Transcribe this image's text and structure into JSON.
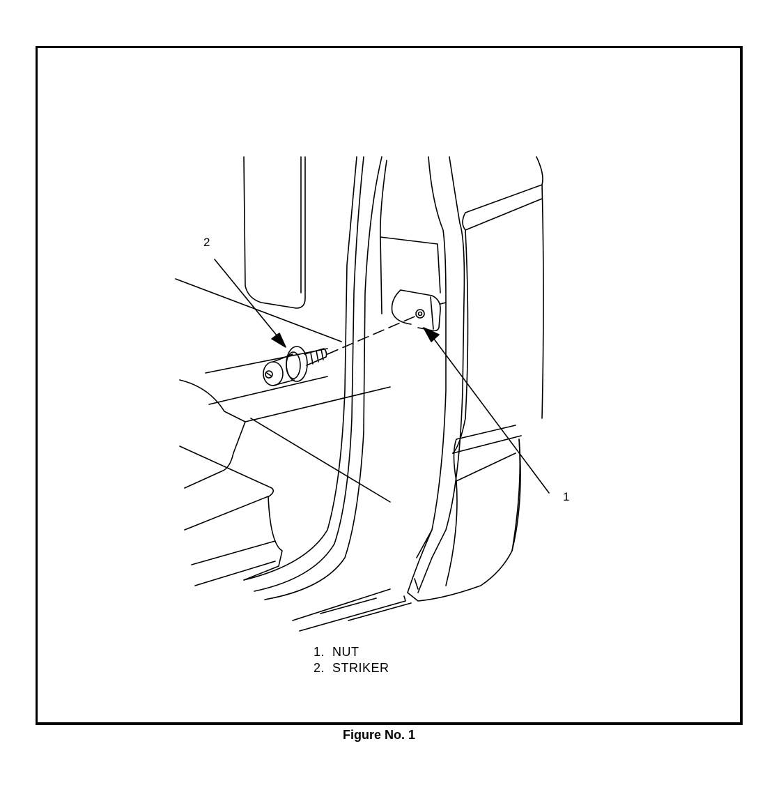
{
  "callouts": {
    "one": "1",
    "two": "2"
  },
  "legend": [
    {
      "num": "1.",
      "label": "NUT"
    },
    {
      "num": "2.",
      "label": "STRIKER"
    }
  ],
  "caption": "Figure No. 1",
  "colors": {
    "ink": "#000000",
    "paper": "#ffffff"
  }
}
